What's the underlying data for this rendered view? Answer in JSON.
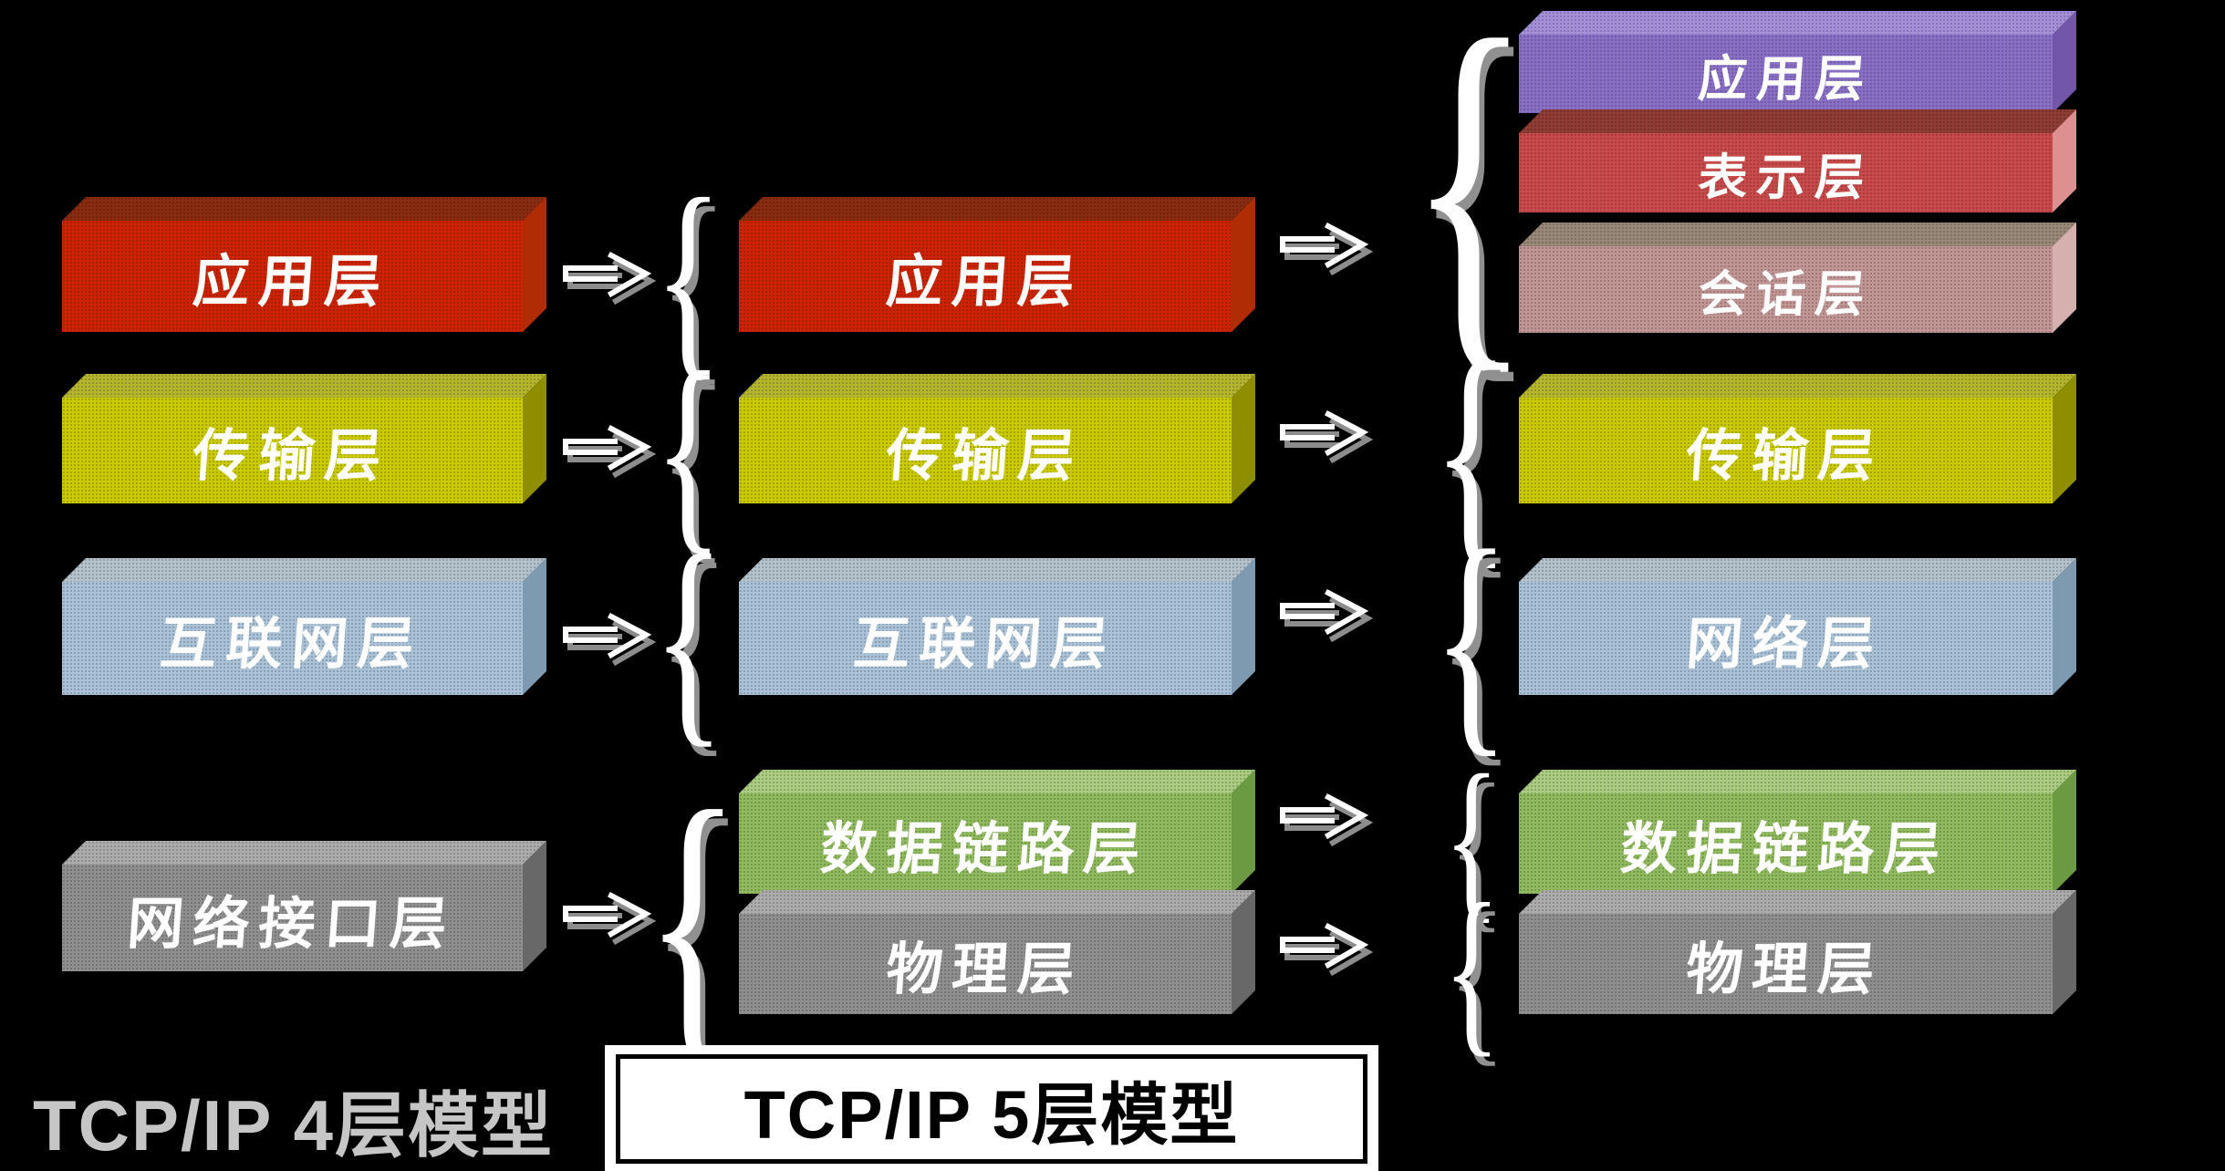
{
  "background": "#000000",
  "captions": {
    "left": "TCP/IP 4层模型",
    "middle": "TCP/IP 5层模型"
  },
  "palette": {
    "red": {
      "face": "#CC2400",
      "top": "#8A2A10",
      "side": "#B02C04"
    },
    "yellow": {
      "face": "#CACA00",
      "top": "#B5B52E",
      "side": "#8E8E00"
    },
    "blue": {
      "face": "#A9C2D8",
      "top": "#B4C2CC",
      "side": "#7E9AB0"
    },
    "gray": {
      "face": "#8F8F8F",
      "top": "#ACACAC",
      "side": "#686868"
    },
    "green": {
      "face": "#90BA5E",
      "top": "#A9CC80",
      "side": "#6C9A42"
    },
    "purple": {
      "face": "#8A6FC6",
      "top": "#A490D8",
      "side": "#7156AA"
    },
    "crimson": {
      "face": "#C94A4A",
      "top": "#8E3C34",
      "side": "#DE9090"
    },
    "rose": {
      "face": "#C29595",
      "top": "#998878",
      "side": "#D6AFAF"
    }
  },
  "columns": [
    {
      "layers": [
        {
          "label": "应用层",
          "color": "red"
        },
        {
          "label": "传输层",
          "color": "yellow"
        },
        {
          "label": "互联网层",
          "color": "blue"
        },
        {
          "label": "网络接口层",
          "color": "gray"
        }
      ]
    },
    {
      "layers": [
        {
          "label": "应用层",
          "color": "red"
        },
        {
          "label": "传输层",
          "color": "yellow"
        },
        {
          "label": "互联网层",
          "color": "blue"
        },
        {
          "label": "数据链路层",
          "color": "green"
        },
        {
          "label": "物理层",
          "color": "gray"
        }
      ]
    },
    {
      "layers": [
        {
          "label": "应用层",
          "color": "purple"
        },
        {
          "label": "表示层",
          "color": "crimson"
        },
        {
          "label": "会话层",
          "color": "rose"
        },
        {
          "label": "传输层",
          "color": "yellow"
        },
        {
          "label": "网络层",
          "color": "blue"
        },
        {
          "label": "数据链路层",
          "color": "green"
        },
        {
          "label": "物理层",
          "color": "gray"
        }
      ]
    }
  ],
  "icons": {
    "double_arrow": "⇒",
    "brace": "{"
  },
  "colors": {
    "label": "#FFFFFF",
    "arrow": "#FFFFFF",
    "arrow_shadow": "#8C8C8C",
    "brace": "#FFFFFF",
    "brace_shadow": "#909090",
    "caption_left": "#C6C6C6",
    "caption_box_bg": "#FFFFFF",
    "caption_box_border": "#000000",
    "caption_box_text": "#000000",
    "background": "#000000"
  }
}
